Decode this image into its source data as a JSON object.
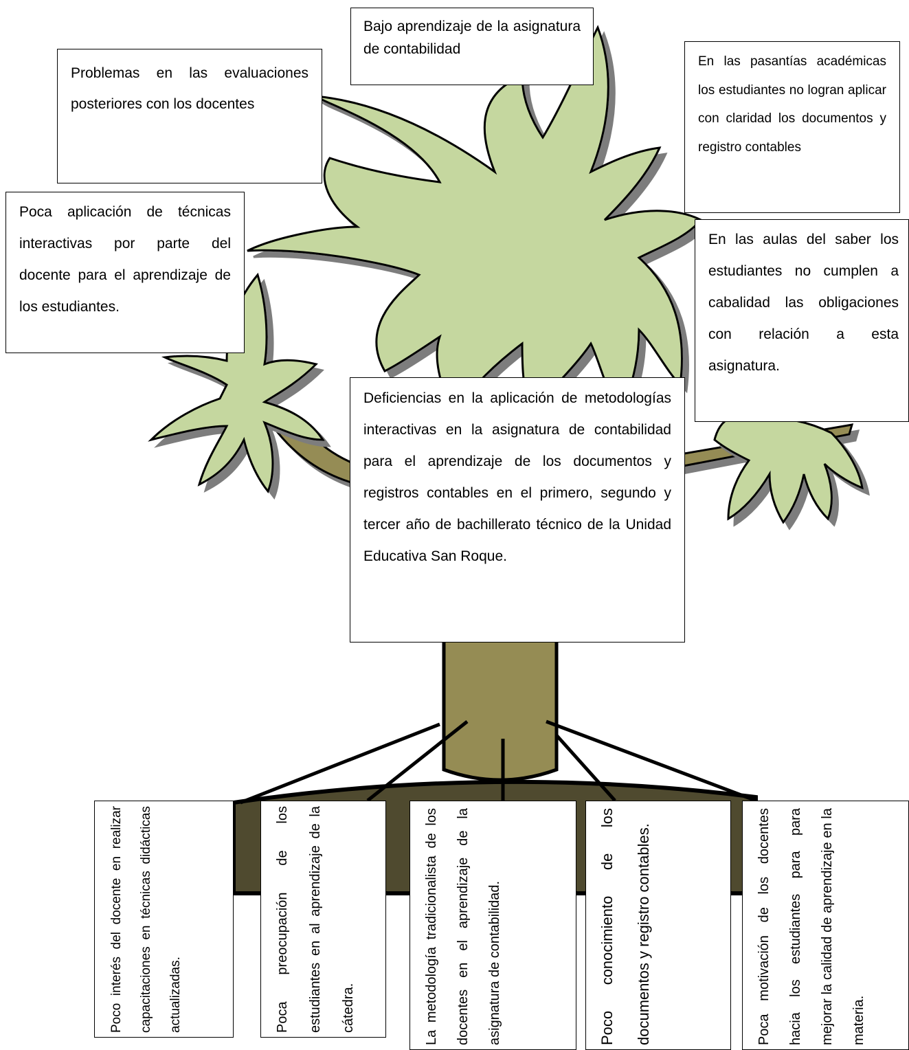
{
  "colors": {
    "canopy": "#c5d79f",
    "trunk": "#958c54",
    "ground": "#4f4a2f",
    "shadow": "#7d7d7d",
    "outline": "#000000"
  },
  "effects": [
    "Bajo aprendizaje de la asignatura de contabilidad",
    "Problemas en las evaluaciones posteriores con los docentes",
    "En las pasantías académicas los estudiantes no logran aplicar con claridad los documentos y registro contables",
    "Poca aplicación de técnicas interactivas por parte del docente para el aprendizaje de los estudiantes.",
    "En las aulas del saber los estudiantes no cumplen a cabalidad las obligaciones con relación a esta asignatura."
  ],
  "problem": "Deficiencias en la aplicación de metodologías interactivas en la asignatura de contabilidad para el aprendizaje de los documentos y registros contables en el primero, segundo y tercer año de bachillerato técnico de la Unidad Educativa San Roque.",
  "causes": [
    "Poco interés del docente en realizar capacitaciones en técnicas didácticas actualizadas.",
    "Poca preocupación de los estudiantes en al aprendizaje de la cátedra.",
    "La metodología tradicionalista de los docentes en el aprendizaje de la asignatura de contabilidad.",
    "Poco conocimiento de los documentos y registro contables.",
    "Poca motivación de los docentes hacia los estudiantes para para mejorar la calidad de aprendizaje en la materia."
  ]
}
